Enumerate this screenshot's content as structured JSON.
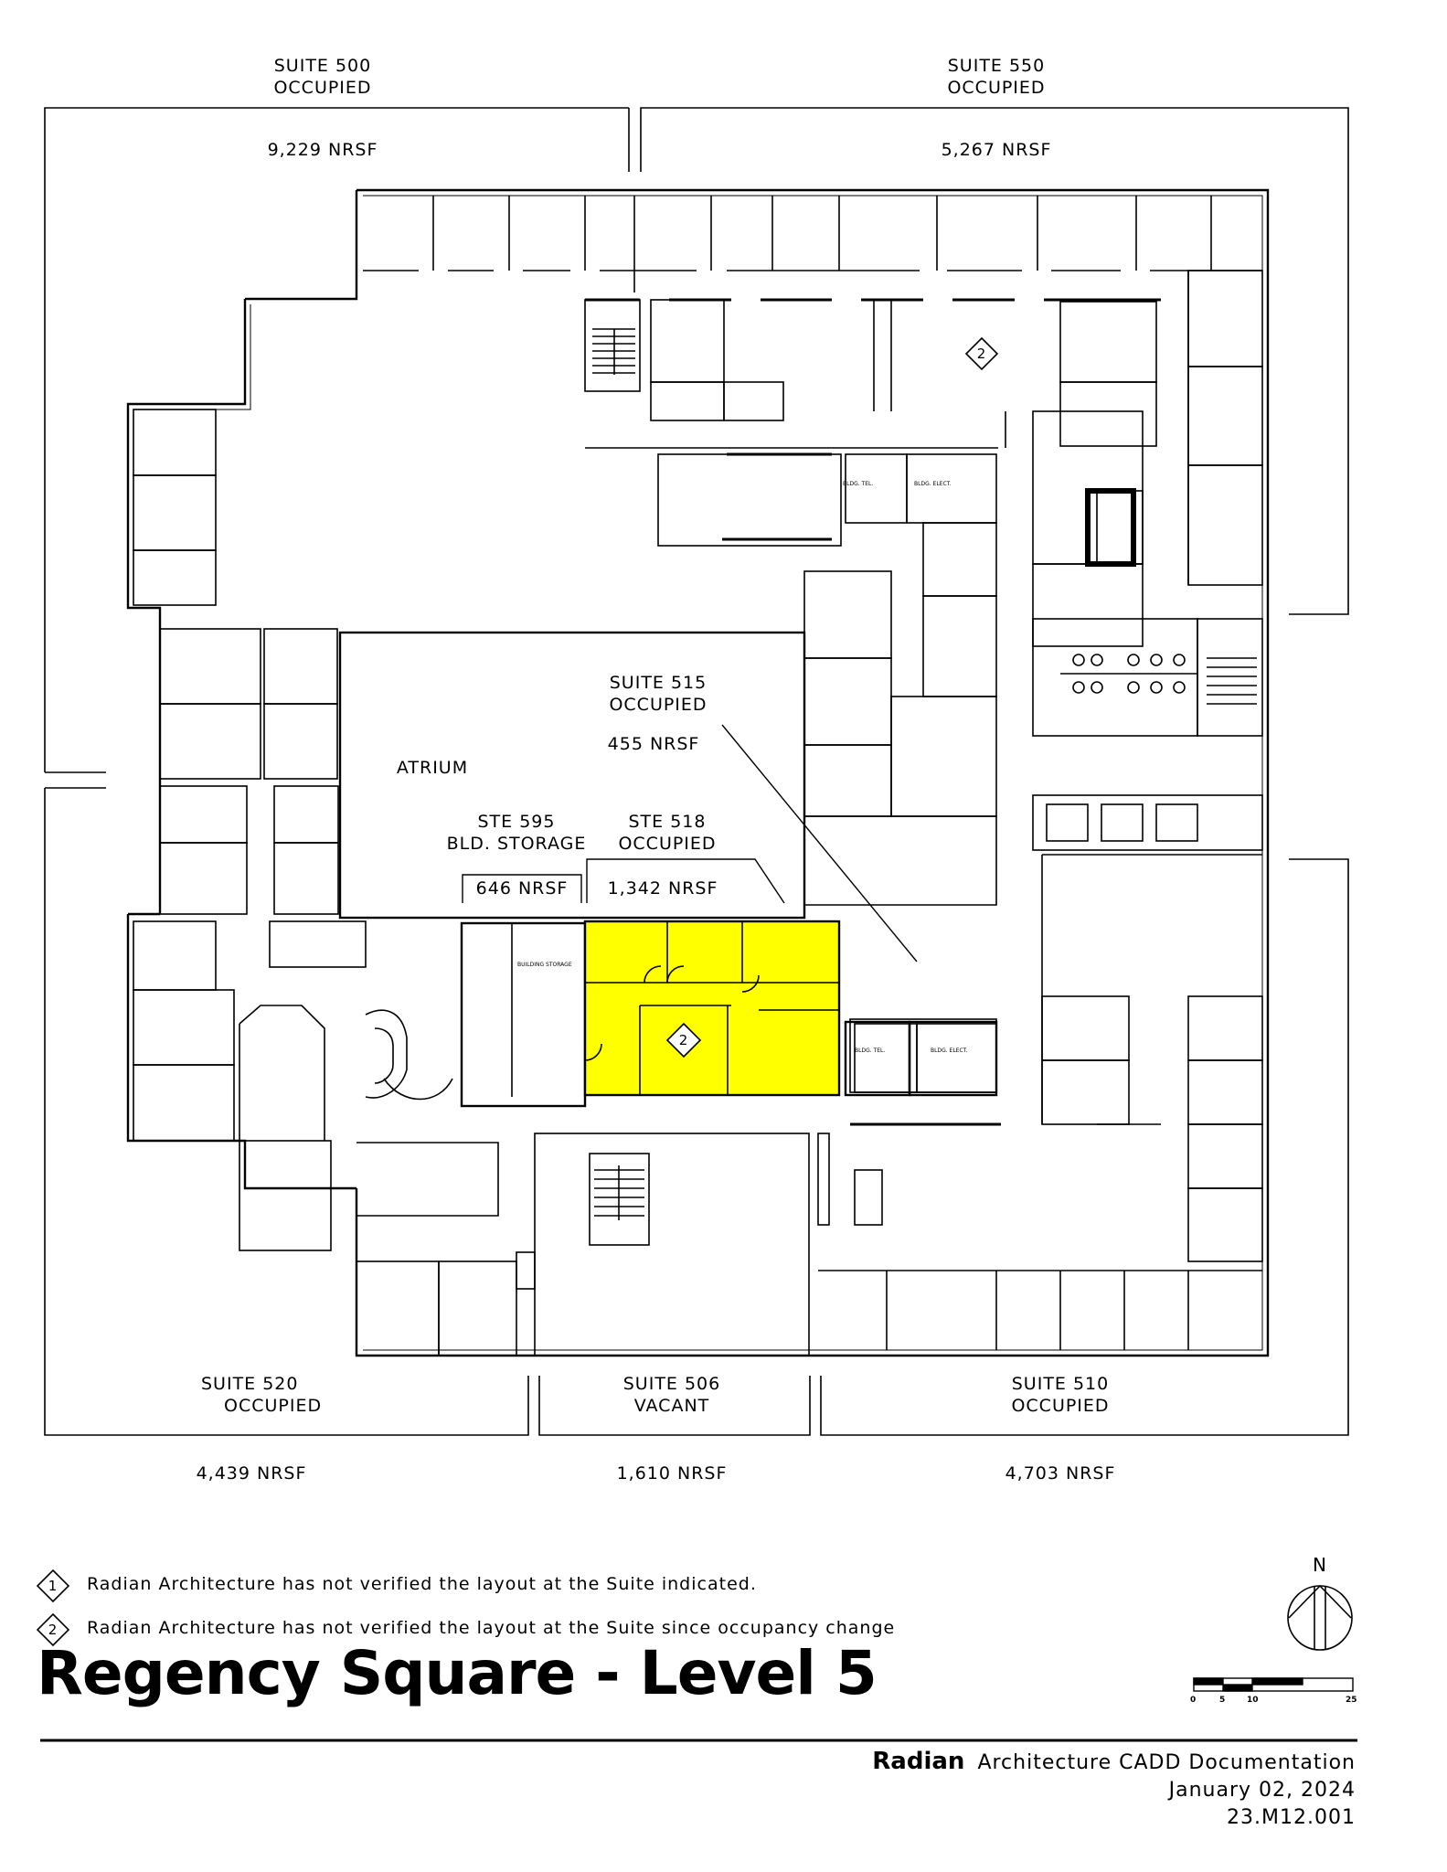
{
  "suites": {
    "s500": {
      "name": "SUITE 500",
      "status": "OCCUPIED",
      "area": "9,229 NRSF"
    },
    "s550": {
      "name": "SUITE 550",
      "status": "OCCUPIED",
      "area": "5,267 NRSF"
    },
    "s515": {
      "name": "SUITE 515",
      "status": "OCCUPIED",
      "area": "455 NRSF"
    },
    "s595": {
      "name": "STE 595",
      "status": "BLD. STORAGE",
      "area": "646 NRSF"
    },
    "s518": {
      "name": "STE 518",
      "status": "OCCUPIED",
      "area": "1,342 NRSF"
    },
    "s520": {
      "name": "SUITE 520",
      "status": "OCCUPIED",
      "area": "4,439 NRSF"
    },
    "s506": {
      "name": "SUITE 506",
      "status": "VACANT",
      "area": "1,610 NRSF"
    },
    "s510": {
      "name": "SUITE 510",
      "status": "OCCUPIED",
      "area": "4,703 NRSF"
    }
  },
  "rooms": {
    "atrium": "ATRIUM",
    "bldg_tel": "BLDG. TEL.",
    "bldg_elect": "BLDG. ELECT.",
    "building_storage": "BUILDING STORAGE"
  },
  "markers": {
    "m1": "1",
    "m2": "2"
  },
  "notes": [
    {
      "marker": "1",
      "text": "Radian Architecture has not verified the layout at the Suite indicated."
    },
    {
      "marker": "2",
      "text": "Radian Architecture has not verified the layout at the Suite since occupancy change"
    }
  ],
  "title": "Regency Square -  Level 5",
  "north": "N",
  "scale_labels": [
    "0",
    "5",
    "10",
    "25"
  ],
  "footer": {
    "brand": "Radian",
    "doc": "Architecture CADD Documentation",
    "date": "January 02, 2024",
    "code": "23.M12.001"
  },
  "colors": {
    "highlight": "#ffff00",
    "line": "#000000",
    "background": "#ffffff"
  }
}
